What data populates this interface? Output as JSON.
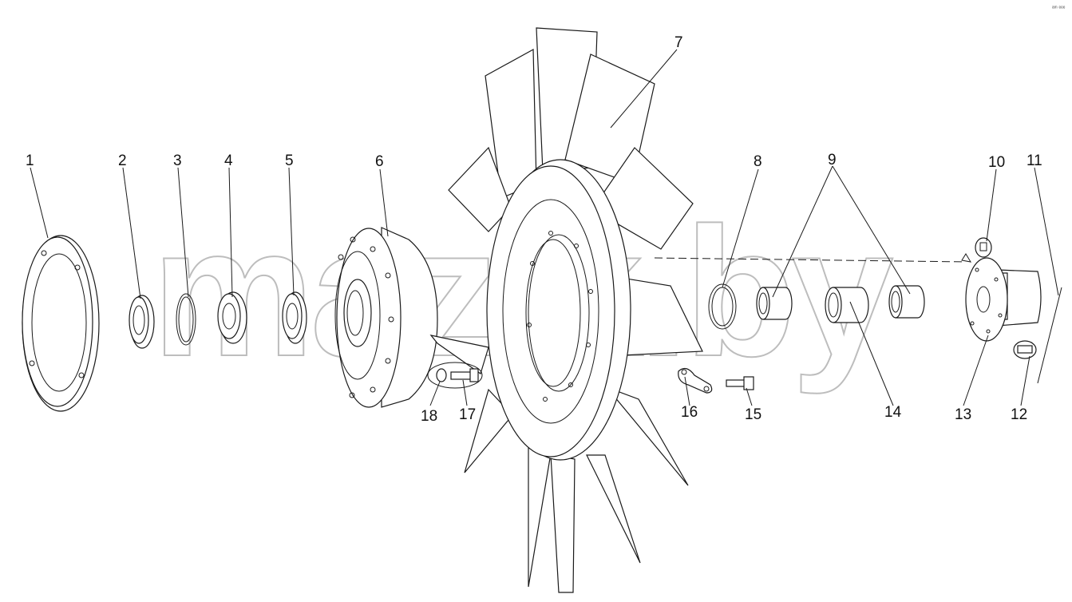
{
  "watermark": "mazik.by",
  "corner_mark": "ᵃᵐ ᵉᵉᵉ",
  "callouts": {
    "c1": "1",
    "c2": "2",
    "c3": "3",
    "c4": "4",
    "c5": "5",
    "c6": "6",
    "c7": "7",
    "c8": "8",
    "c9": "9",
    "c10": "10",
    "c11": "11",
    "c12": "12",
    "c13": "13",
    "c14": "14",
    "c15": "15",
    "c16": "16",
    "c17": "17",
    "c18": "18"
  }
}
